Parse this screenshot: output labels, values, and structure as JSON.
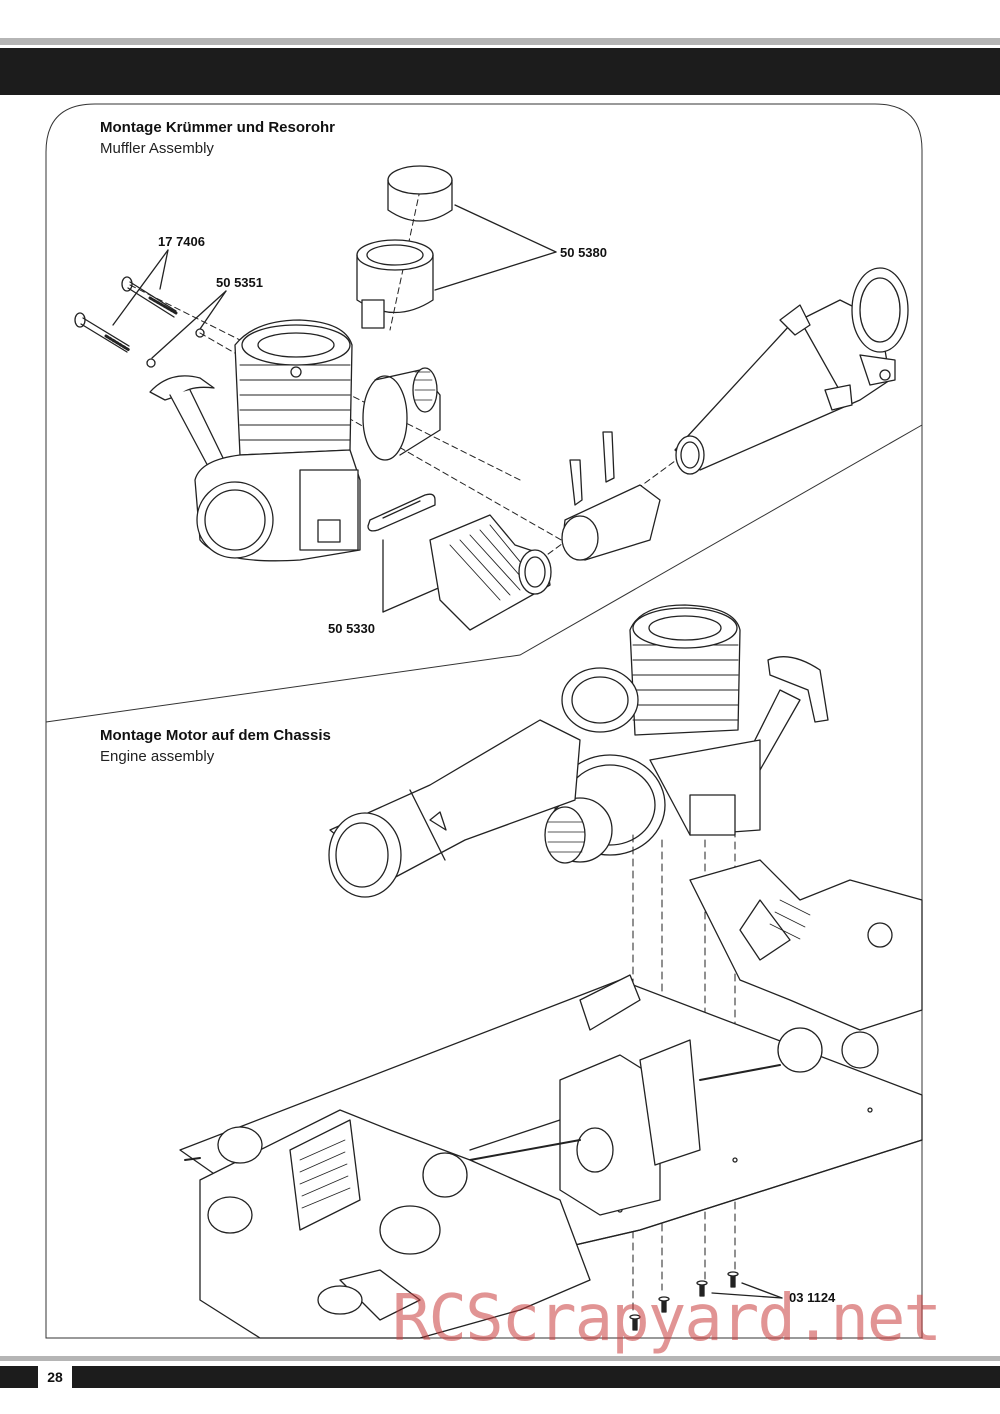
{
  "page": {
    "number": "28"
  },
  "section1": {
    "title_de": "Montage Krümmer und Resorohr",
    "title_en": "Muffler Assembly",
    "parts": [
      "17 7406",
      "50 5351",
      "50 5380",
      "50 5330"
    ]
  },
  "section2": {
    "title_de": "Montage Motor auf dem Chassis",
    "title_en": "Engine assembly",
    "parts": [
      "03 1124"
    ]
  },
  "watermark": "RCScrapyard.net"
}
